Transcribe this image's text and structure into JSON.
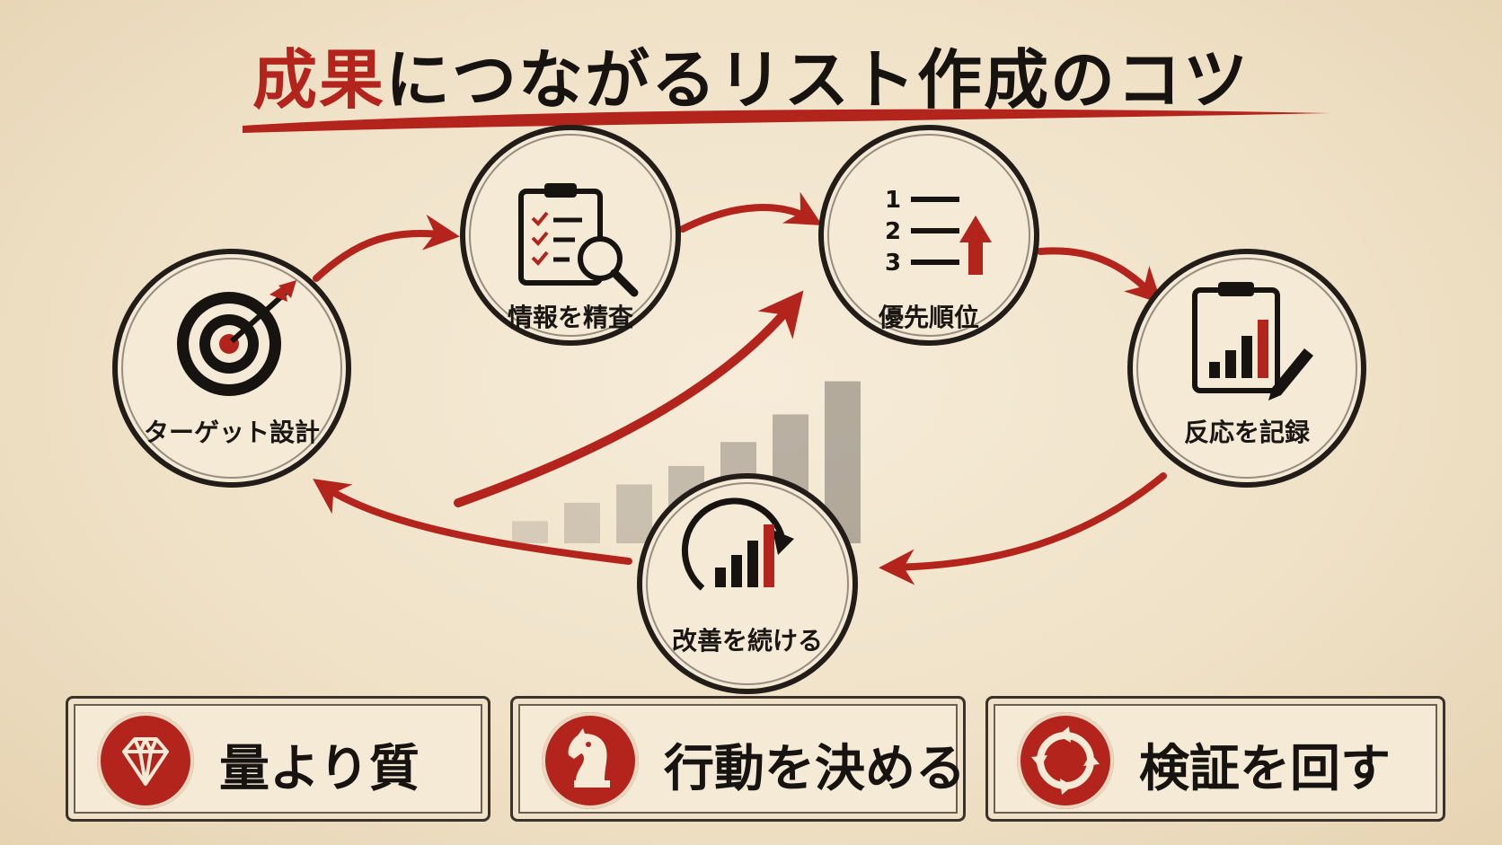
{
  "title": {
    "accent": "成果",
    "rest": "につながるリスト作成のコツ"
  },
  "nodes": {
    "target": "ターゲット設計",
    "review": "情報を精査",
    "priority": "優先順位",
    "record": "反応を記録",
    "improve": "改善を続ける"
  },
  "priority_numbers": [
    "1",
    "2",
    "3"
  ],
  "bars_levels": [
    0.12,
    0.22,
    0.32,
    0.42,
    0.55,
    0.7,
    0.88
  ],
  "cards": [
    {
      "label": "量より質",
      "icon": "diamond-icon"
    },
    {
      "label": "行動を決める",
      "icon": "chess-knight-icon"
    },
    {
      "label": "検証を回す",
      "icon": "cycle-arrows-icon"
    }
  ],
  "colors": {
    "accent": "#b3241d",
    "ink": "#171311",
    "paper": "#f4ead6"
  }
}
